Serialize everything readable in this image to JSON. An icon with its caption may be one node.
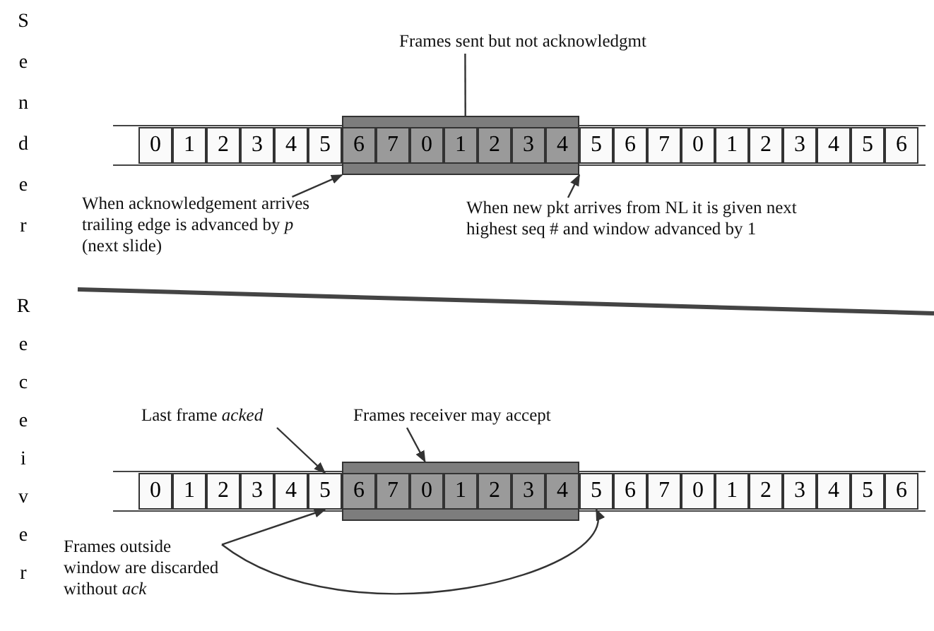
{
  "diagram": {
    "nodes": [
      {
        "text": [
          "0"
        ]
      },
      {
        "text": [
          "1"
        ]
      },
      {
        "text": [
          "2"
        ]
      },
      {
        "text": [
          "3"
        ]
      },
      {
        "text": [
          "4"
        ]
      },
      {
        "text": [
          "5"
        ]
      },
      {
        "text": [],
        "shape": "box"
      },
      {
        "text": [
          "6"
        ],
        "in": 6
      },
      {
        "text": [
          "7"
        ],
        "in": 6
      },
      {
        "text": [
          "0"
        ],
        "in": 6
      },
      {
        "text": [
          "1"
        ],
        "in": 6
      },
      {
        "text": [
          "2"
        ],
        "in": 6
      },
      {
        "text": [
          "3"
        ],
        "in": 6
      },
      {
        "text": [
          "4"
        ],
        "in": 6
      },
      {
        "text": [
          "5"
        ]
      },
      {
        "text": [
          "6"
        ]
      },
      {
        "text": [
          "7"
        ]
      },
      {
        "text": [
          "0"
        ]
      },
      {
        "text": [
          "1"
        ]
      },
      {
        "text": [
          "2"
        ]
      },
      {
        "text": [
          "3"
        ]
      },
      {
        "text": [
          "4"
        ]
      },
      {
        "text": [
          "5"
        ]
      },
      {
        "text": [
          "6"
        ]
      },
      {
        "text": [
          "Frames sent but not acknowledgmt"
        ]
      },
      {
        "text": [
          "When acknowledgement arrives trailing edge is advanced by *p* (next slide)"
        ]
      },
      {
        "text": [
          "When new pkt arrives from NL it is given next highest seq # and window advanced by 1"
        ]
      },
      {
        "text": [
          "0"
        ]
      },
      {
        "text": [
          "1"
        ]
      },
      {
        "text": [
          "2"
        ]
      },
      {
        "text": [
          "3"
        ]
      },
      {
        "text": [
          "4"
        ]
      },
      {
        "text": [
          "5"
        ]
      },
      {
        "text": [],
        "shape": "box"
      },
      {
        "text": [
          "6"
        ],
        "in": 33
      },
      {
        "text": [
          "7"
        ],
        "in": 33
      },
      {
        "text": [
          "0"
        ],
        "in": 33
      },
      {
        "text": [
          "1"
        ],
        "in": 33
      },
      {
        "text": [
          "2"
        ],
        "in": 33
      },
      {
        "text": [
          "3"
        ],
        "in": 33
      },
      {
        "text": [
          "4"
        ],
        "in": 33
      },
      {
        "text": [
          "5"
        ]
      },
      {
        "text": [
          "6"
        ]
      },
      {
        "text": [
          "7"
        ]
      },
      {
        "text": [
          "0"
        ]
      },
      {
        "text": [
          "1"
        ]
      },
      {
        "text": [
          "2"
        ]
      },
      {
        "text": [
          "3"
        ]
      },
      {
        "text": [
          "4"
        ]
      },
      {
        "text": [
          "5"
        ]
      },
      {
        "text": [
          "6"
        ]
      },
      {
        "text": [
          "Last frame *acked*"
        ]
      },
      {
        "text": [
          "Frames receiver may accept"
        ]
      },
      {
        "text": [
          "Frames outside window are discarded without *ack*"
        ]
      }
    ],
    "edges": [
      {
        "from": 24,
        "to": 6,
        "arrow": "none"
      },
      {
        "from": 25,
        "to": 6,
        "arrow": "to"
      },
      {
        "from": 26,
        "to": 6,
        "arrow": "to"
      },
      {
        "from": 51,
        "to": 32,
        "arrow": "to"
      },
      {
        "from": 52,
        "to": 33,
        "arrow": "to"
      },
      {
        "from": 53,
        "to": 32,
        "arrow": "to"
      },
      {
        "from": 53,
        "to": 41,
        "arrow": "to"
      }
    ],
    "labels": [
      "Sender",
      "Receiver"
    ]
  }
}
